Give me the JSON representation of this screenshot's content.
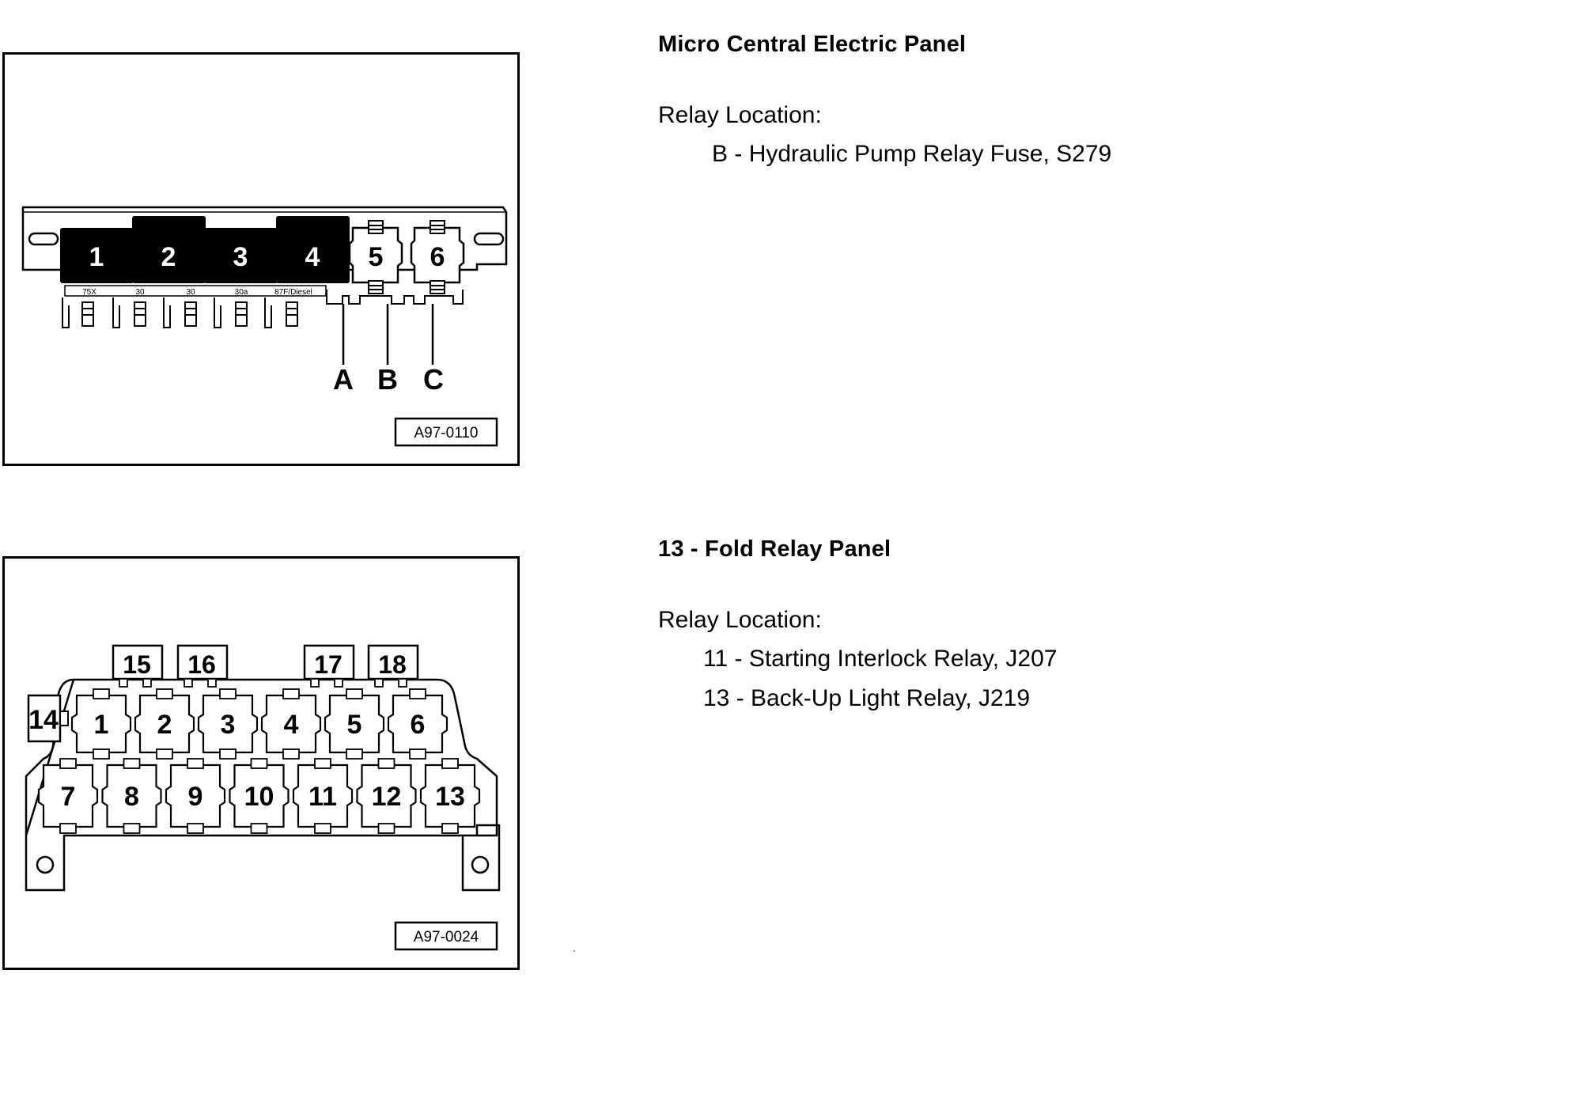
{
  "figures": [
    {
      "id": "A97-0110",
      "positions": [
        "1",
        "2",
        "3",
        "4",
        "5",
        "6"
      ],
      "terminal_labels": [
        "75X",
        "30",
        "30",
        "30a",
        "87F/Diesel"
      ],
      "callouts": [
        "A",
        "B",
        "C"
      ]
    },
    {
      "id": "A97-0024",
      "top_row": [
        "1",
        "2",
        "3",
        "4",
        "5",
        "6"
      ],
      "bottom_row": [
        "7",
        "8",
        "9",
        "10",
        "11",
        "12",
        "13"
      ],
      "extra": [
        "14",
        "15",
        "16",
        "17",
        "18"
      ]
    }
  ],
  "sections": [
    {
      "title": "Micro Central Electric Panel",
      "location_label": "Relay Location:",
      "items": [
        {
          "code": "B",
          "text": "Hydraulic Pump Relay Fuse, S279"
        }
      ]
    },
    {
      "title": "13 - Fold Relay Panel",
      "location_label": "Relay Location:",
      "items": [
        {
          "code": "11",
          "text": "Starting Interlock Relay, J207"
        },
        {
          "code": "13",
          "text": "Back-Up Light Relay, J219"
        }
      ]
    }
  ]
}
